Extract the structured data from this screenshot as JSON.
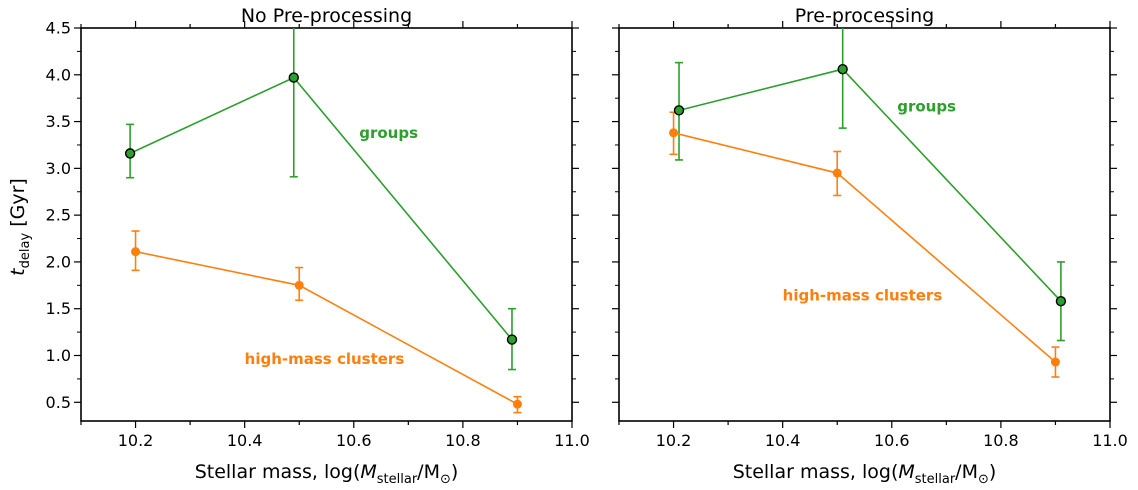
{
  "chart_data": [
    {
      "type": "line",
      "title": "No Pre-processing",
      "xlabel": "Stellar mass, log(M_stellar/M_⊙)",
      "ylabel": "t_delay [Gyr]",
      "xlim": [
        10.1,
        11.0
      ],
      "ylim": [
        0.3,
        4.5
      ],
      "xticks": [
        "10.2",
        "10.4",
        "10.6",
        "10.8",
        "11.0"
      ],
      "yticks": [
        "0.5",
        "1.0",
        "1.5",
        "2.0",
        "2.5",
        "3.0",
        "3.5",
        "4.0",
        "4.5"
      ],
      "grid": false,
      "series": [
        {
          "name": "groups",
          "color": "#2ca02c",
          "x": [
            10.19,
            10.49,
            10.89
          ],
          "y": [
            3.16,
            3.97,
            1.17
          ],
          "err_low": [
            2.9,
            2.91,
            0.85
          ],
          "err_high": [
            3.47,
            4.55,
            1.5
          ]
        },
        {
          "name": "high-mass clusters",
          "color": "#ff7f0e",
          "x": [
            10.2,
            10.5,
            10.9
          ],
          "y": [
            2.11,
            1.75,
            0.48
          ],
          "err_low": [
            1.91,
            1.59,
            0.39
          ],
          "err_high": [
            2.33,
            1.94,
            0.56
          ]
        }
      ],
      "annotations": [
        {
          "text": "groups",
          "x": 10.61,
          "y": 3.38,
          "color": "#2ca02c"
        },
        {
          "text": "high-mass clusters",
          "x": 10.4,
          "y": 0.96,
          "color": "#ff7f0e"
        }
      ]
    },
    {
      "type": "line",
      "title": "Pre-processing",
      "xlabel": "Stellar mass, log(M_stellar/M_⊙)",
      "ylabel": "",
      "xlim": [
        10.1,
        11.0
      ],
      "ylim": [
        0.3,
        4.5
      ],
      "xticks": [
        "10.2",
        "10.4",
        "10.6",
        "10.8",
        "11.0"
      ],
      "yticks": [],
      "grid": false,
      "series": [
        {
          "name": "groups",
          "color": "#2ca02c",
          "x": [
            10.21,
            10.51,
            10.91
          ],
          "y": [
            3.62,
            4.06,
            1.58
          ],
          "err_low": [
            3.09,
            3.43,
            1.16
          ],
          "err_high": [
            4.13,
            4.55,
            2.0
          ]
        },
        {
          "name": "high-mass clusters",
          "color": "#ff7f0e",
          "x": [
            10.2,
            10.5,
            10.9
          ],
          "y": [
            3.38,
            2.95,
            0.93
          ],
          "err_low": [
            3.15,
            2.71,
            0.77
          ],
          "err_high": [
            3.6,
            3.18,
            1.09
          ]
        }
      ],
      "annotations": [
        {
          "text": "groups",
          "x": 10.61,
          "y": 3.66,
          "color": "#2ca02c"
        },
        {
          "text": "high-mass clusters",
          "x": 10.4,
          "y": 1.64,
          "color": "#ff7f0e"
        }
      ]
    }
  ]
}
